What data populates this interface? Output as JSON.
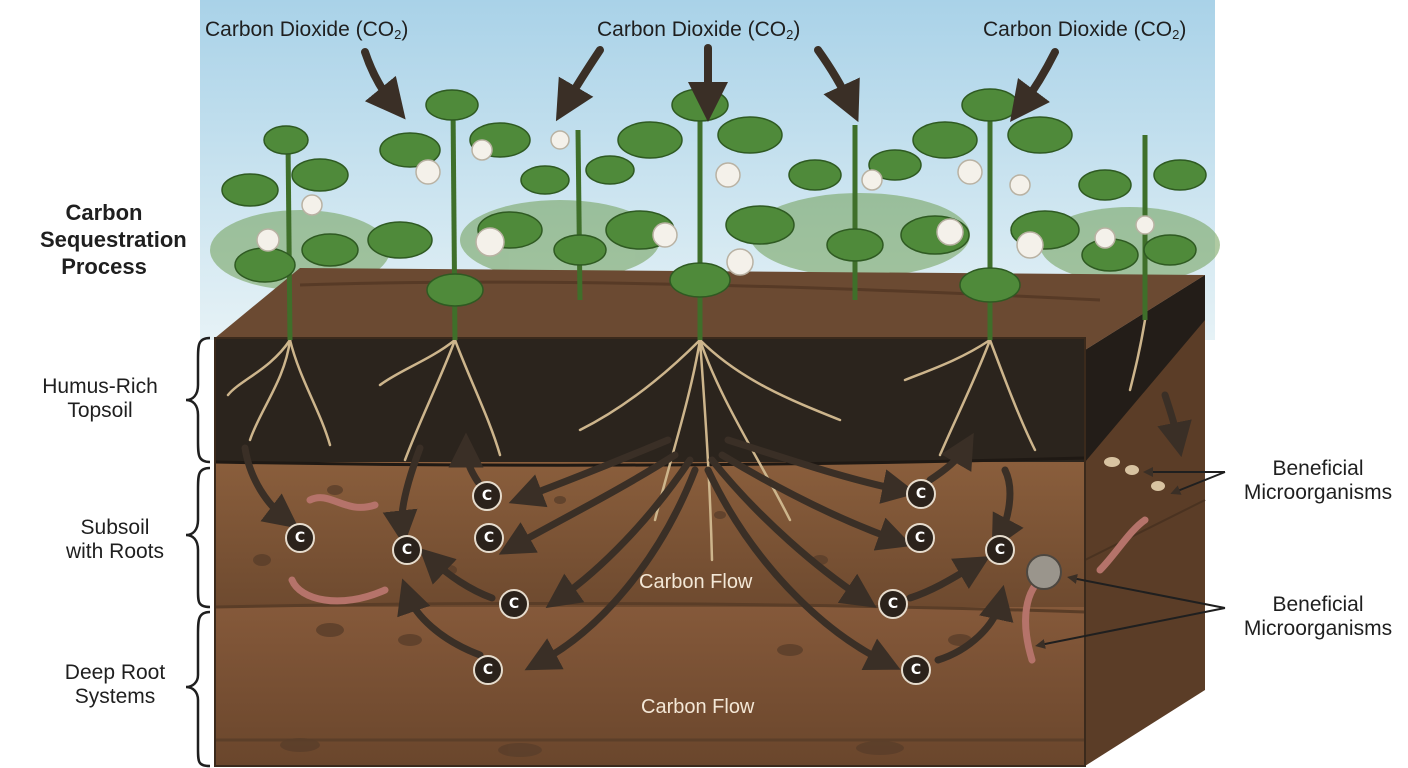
{
  "title": {
    "line1": "Carbon",
    "line2": "Sequestration",
    "line3": "Process"
  },
  "co2_labels": [
    {
      "text": "Carbon Dioxide (CO",
      "sub": "2",
      "close": ")"
    },
    {
      "text": "Carbon Dioxide (CO",
      "sub": "2",
      "close": ")"
    },
    {
      "text": "Carbon Dioxide (CO",
      "sub": "2",
      "close": ")"
    }
  ],
  "layers": [
    {
      "line1": "Humus-Rich",
      "line2": "Topsoil"
    },
    {
      "line1": "Subsoil",
      "line2": "with Roots"
    },
    {
      "line1": "Deep Root",
      "line2": "Systems"
    }
  ],
  "microorganisms": [
    {
      "line1": "Beneficial",
      "line2": "Microorganisms"
    },
    {
      "line1": "Beneficial",
      "line2": "Microorganisms"
    }
  ],
  "flow_labels": [
    "Carbon Flow",
    "Carbon Flow"
  ],
  "carbon_symbol": "C",
  "colors": {
    "sky": "#bfe0ef",
    "leaf": "#4f8a3a",
    "topsoil": "#2b241d",
    "subsoil": "#7a5234",
    "deep_soil": "#7d5638",
    "root": "#cdb58c",
    "arrow": "#3a2f26"
  }
}
